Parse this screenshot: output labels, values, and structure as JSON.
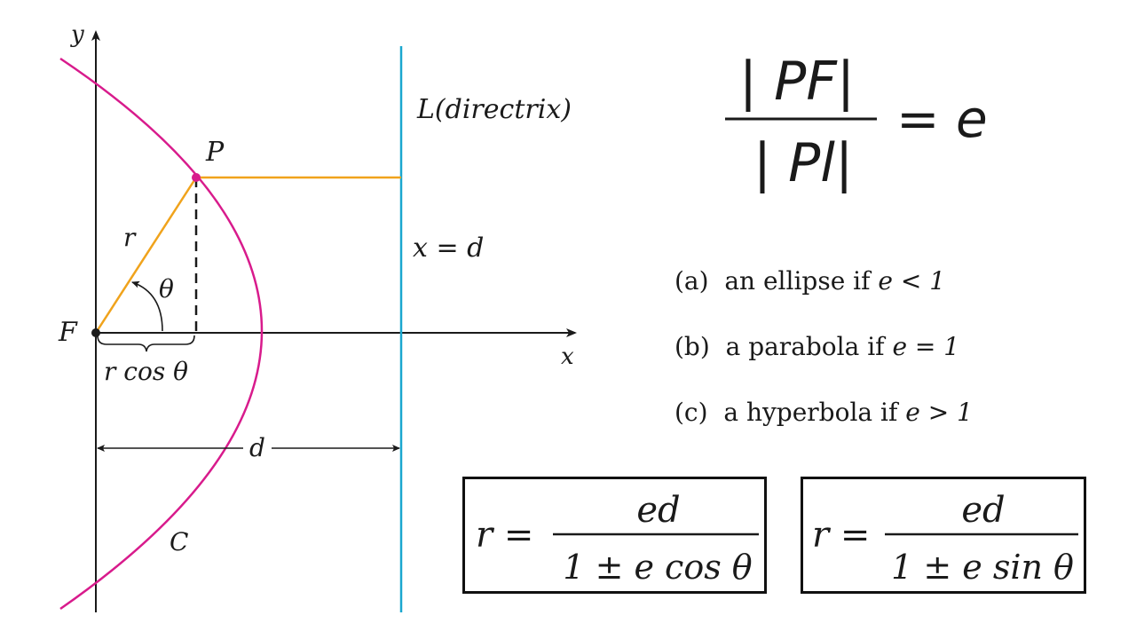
{
  "diagram": {
    "axis_y_label": "y",
    "axis_x_label": "x",
    "focus_label": "F",
    "point_label": "P",
    "radius_label": "r",
    "angle_label": "θ",
    "projection_label": "r cos θ",
    "directrix_label": "L(directrix)",
    "directrix_equation": "x = d",
    "distance_label": "d",
    "curve_label": "C"
  },
  "definition": {
    "numerator": "| PF|",
    "denominator": "| Pl|",
    "rhs": "= e"
  },
  "conditions": [
    {
      "tag": "(a)",
      "text": "an ellipse if",
      "relation": "e < 1"
    },
    {
      "tag": "(b)",
      "text": "a parabola if",
      "relation": "e = 1"
    },
    {
      "tag": "(c)",
      "text": "a hyperbola if",
      "relation": "e > 1"
    }
  ],
  "formulas": [
    {
      "lhs": "r =",
      "numerator": "ed",
      "denominator": "1 ± e cos θ"
    },
    {
      "lhs": "r =",
      "numerator": "ed",
      "denominator": "1 ± e sin θ"
    }
  ],
  "colors": {
    "curve": "#d81b8c",
    "segment": "#f0a31c",
    "directrix": "#1aa7cf",
    "ink": "#1a1a1a"
  }
}
